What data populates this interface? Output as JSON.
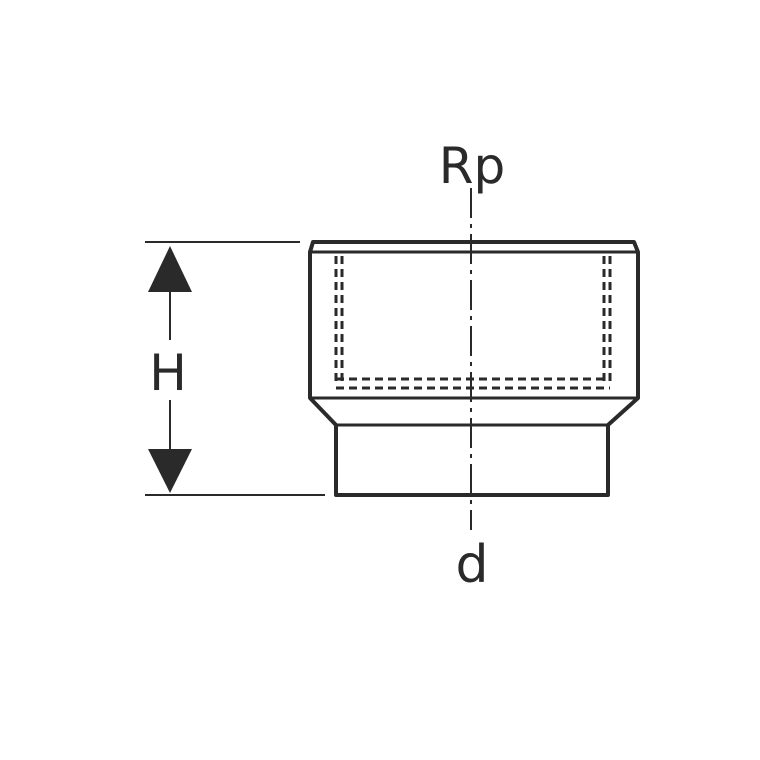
{
  "labels": {
    "top_connection": "Rp",
    "height": "H",
    "bottom_connection": "d"
  },
  "colors": {
    "stroke": "#2a2a2a",
    "background": "#ffffff"
  }
}
